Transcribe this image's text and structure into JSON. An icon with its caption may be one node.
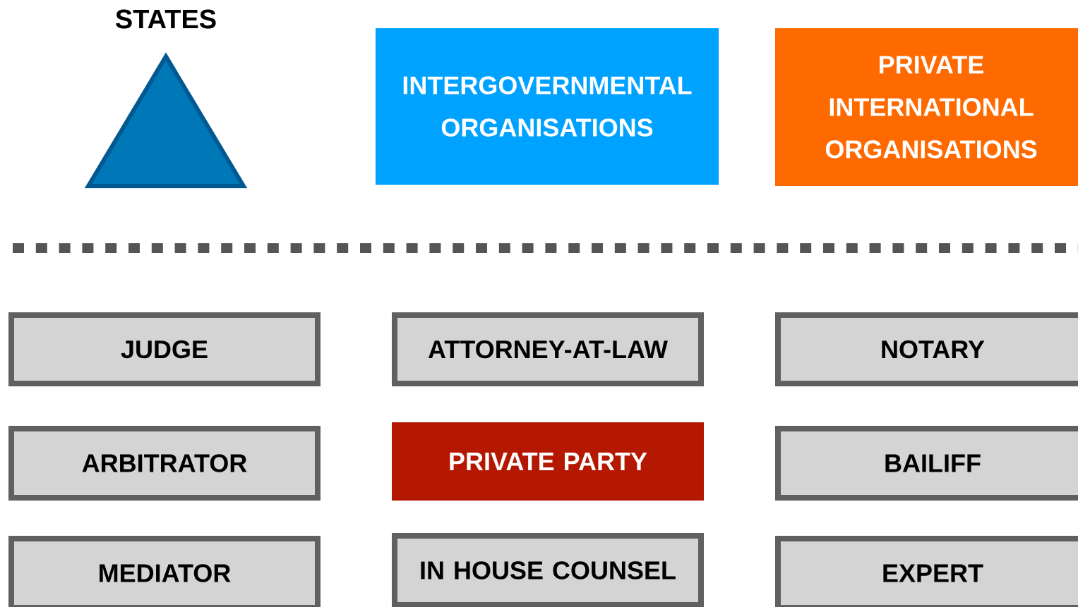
{
  "diagram": {
    "nodes": [
      {
        "text": [
          "STATES"
        ]
      },
      {
        "text": [
          "INTERGOVERNMENTAL ORGANISATIONS"
        ]
      },
      {
        "text": [
          "PRIVATE INTERNATIONAL ORGANISATIONS"
        ]
      },
      {
        "text": [
          "JUDGE"
        ]
      },
      {
        "text": [
          "ATTORNEY-AT-LAW"
        ]
      },
      {
        "text": [
          "NOTARY"
        ]
      },
      {
        "text": [
          "ARBITRATOR"
        ]
      },
      {
        "text": [
          "PRIVATE PARTY"
        ]
      },
      {
        "text": [
          "BAILIFF"
        ]
      },
      {
        "text": [
          "MEDIATOR"
        ]
      },
      {
        "text": [
          "IN HOUSE COUNSEL"
        ]
      },
      {
        "text": [
          "EXPERT"
        ]
      }
    ]
  }
}
